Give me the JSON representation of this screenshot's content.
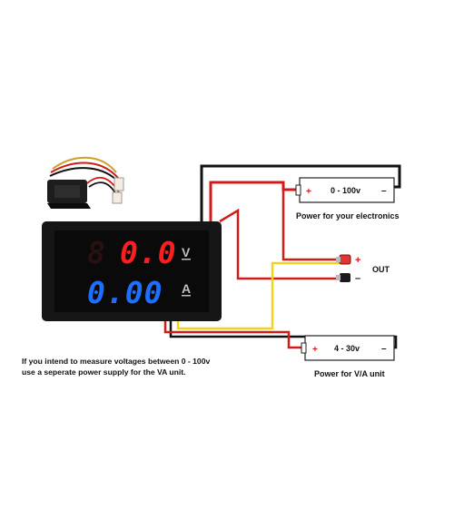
{
  "meter": {
    "voltage_reading": "0.0",
    "current_reading": "0.00",
    "voltage_unit": "V",
    "current_unit": "A",
    "voltage_color": "#ff1d1d",
    "current_color": "#1f6fff"
  },
  "battery_top": {
    "range": "0 - 100v",
    "plus": "+",
    "minus": "–",
    "caption": "Power for your electronics"
  },
  "battery_bottom": {
    "range": "4 - 30v",
    "plus": "+",
    "minus": "–",
    "caption": "Power for V/A unit"
  },
  "output": {
    "label": "OUT",
    "plus": "+",
    "minus": "–"
  },
  "note": {
    "line1": "If you intend to measure voltages between 0 - 100v",
    "line2": "use a seperate power supply for the VA unit."
  },
  "wire_colors": {
    "black": "#111111",
    "red": "#d11a1a",
    "yellow": "#f2d21b"
  }
}
